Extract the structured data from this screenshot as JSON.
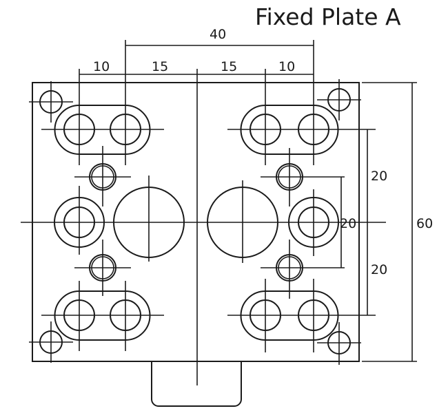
{
  "title": "Fixed Plate A",
  "dimensions": {
    "overall_hole_span": "40",
    "left_outer_pitch": "10",
    "left_inner_offset": "15",
    "right_inner_offset": "15",
    "right_outer_pitch": "10",
    "upper_vertical": "20",
    "lower_vertical": "20",
    "small_hole_spacing": "20",
    "plate_height": "60"
  }
}
